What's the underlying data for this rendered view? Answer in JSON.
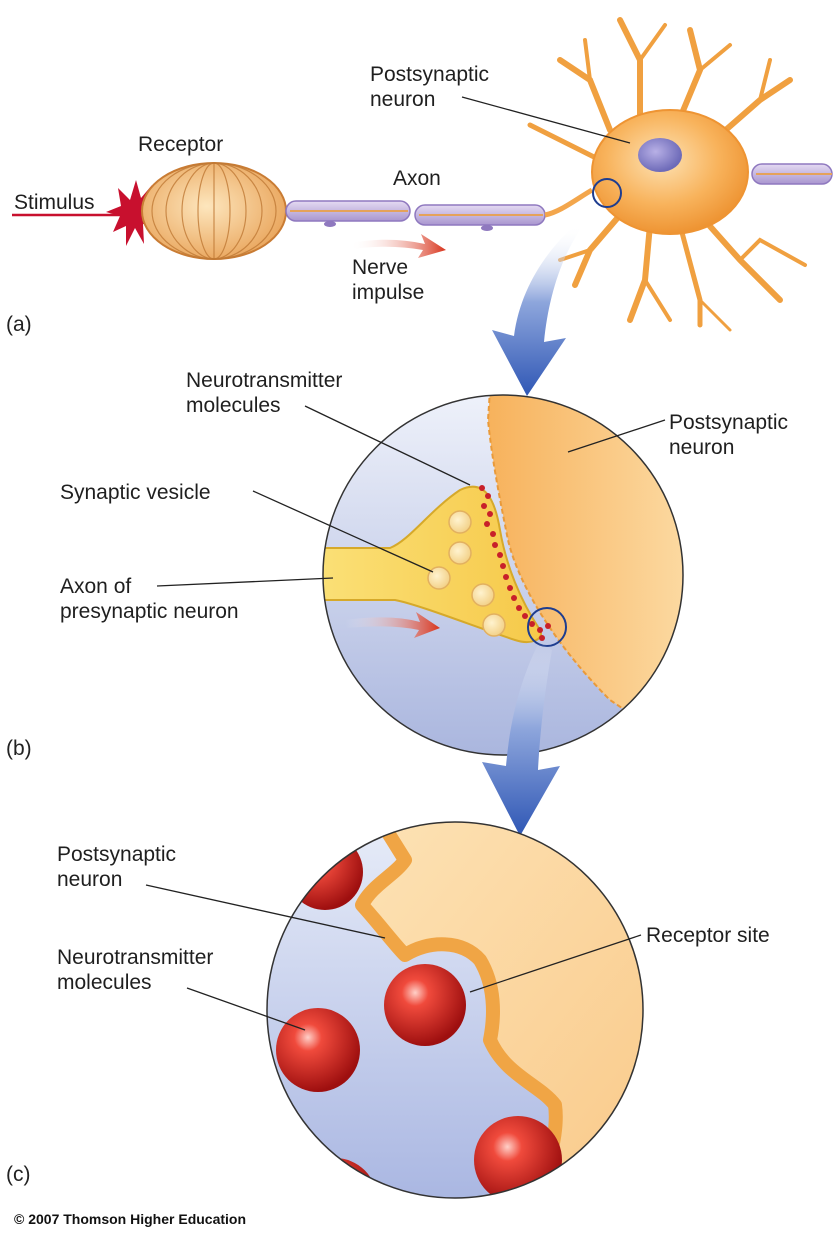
{
  "panel_a": {
    "panel_label": "(a)",
    "stimulus": "Stimulus",
    "receptor": "Receptor",
    "axon": "Axon",
    "nerve_impulse": "Nerve\nimpulse",
    "postsynaptic_neuron": "Postsynaptic\nneuron"
  },
  "panel_b": {
    "panel_label": "(b)",
    "neurotransmitter_molecules": "Neurotransmitter\nmolecules",
    "synaptic_vesicle": "Synaptic vesicle",
    "axon_of_presynaptic_neuron": "Axon of\npresynaptic neuron",
    "postsynaptic_neuron": "Postsynaptic\nneuron"
  },
  "panel_c": {
    "panel_label": "(c)",
    "postsynaptic_neuron": "Postsynaptic\nneuron",
    "neurotransmitter_molecules": "Neurotransmitter\nmolecules",
    "receptor_site": "Receptor site"
  },
  "copyright": "© 2007 Thomson Higher Education",
  "colors": {
    "neuron_orange": "#f5a64a",
    "neuron_light": "#fcd79e",
    "synapse_blue_bg": "#b9c4e6",
    "arrow_blue": "#2f57b5",
    "molecule_red": "#d42020",
    "stimulus_red": "#c8102e",
    "axon_lavender": "#c9b6e0"
  }
}
